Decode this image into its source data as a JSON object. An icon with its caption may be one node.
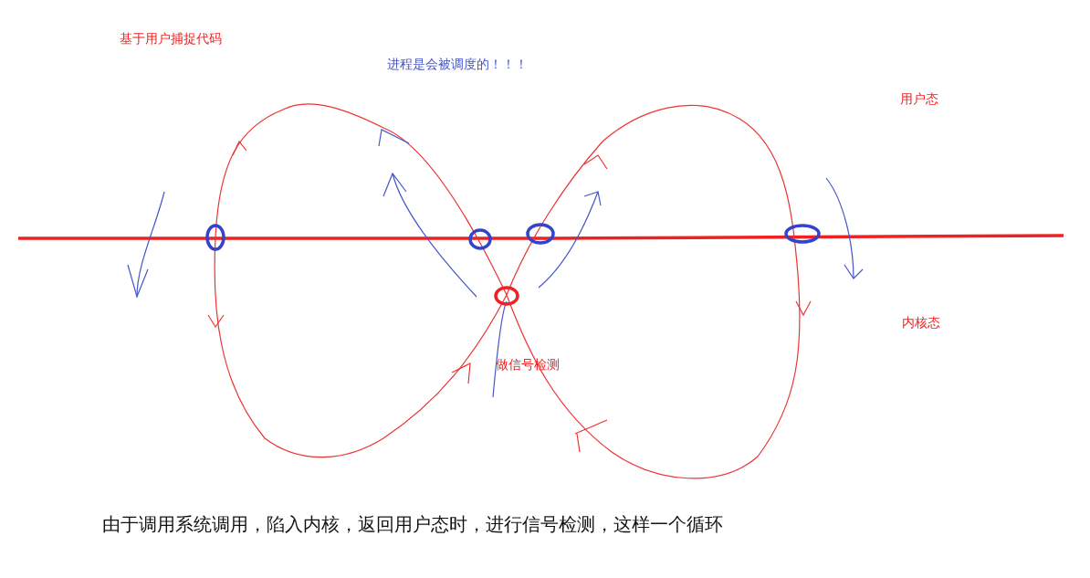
{
  "diagram": {
    "caption": "由于调用系统调用，陷入内核，返回用户态时，进行信号检测，这样一个循环",
    "labels": [
      "基于用户捕捉代码",
      "进程是会被调度的！！！",
      "用户态",
      "内核态",
      "做信号检测"
    ]
  }
}
